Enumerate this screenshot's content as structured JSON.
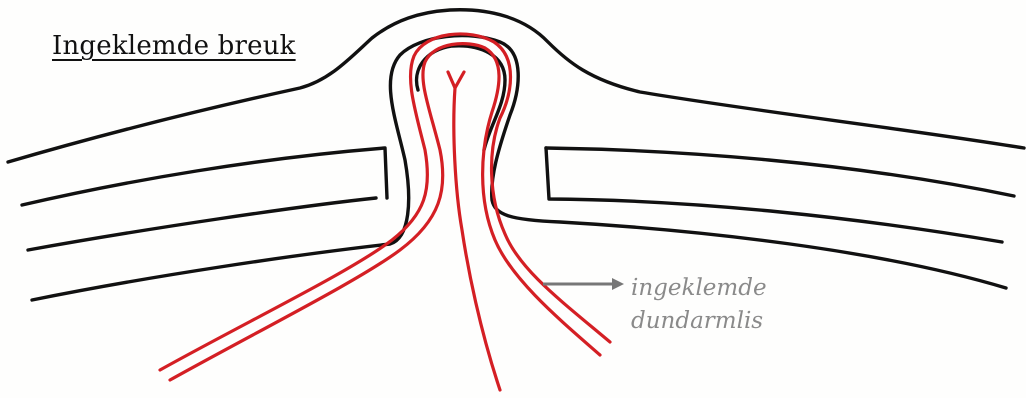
{
  "diagram": {
    "title": "Ingeklemde breuk",
    "annotation": {
      "line1": "ingeklemde",
      "line2": "dundarmlis"
    },
    "colors": {
      "outline": "#111111",
      "intestine": "#d41f24",
      "annotation": "#8a8a8a",
      "arrow": "#777777"
    }
  }
}
